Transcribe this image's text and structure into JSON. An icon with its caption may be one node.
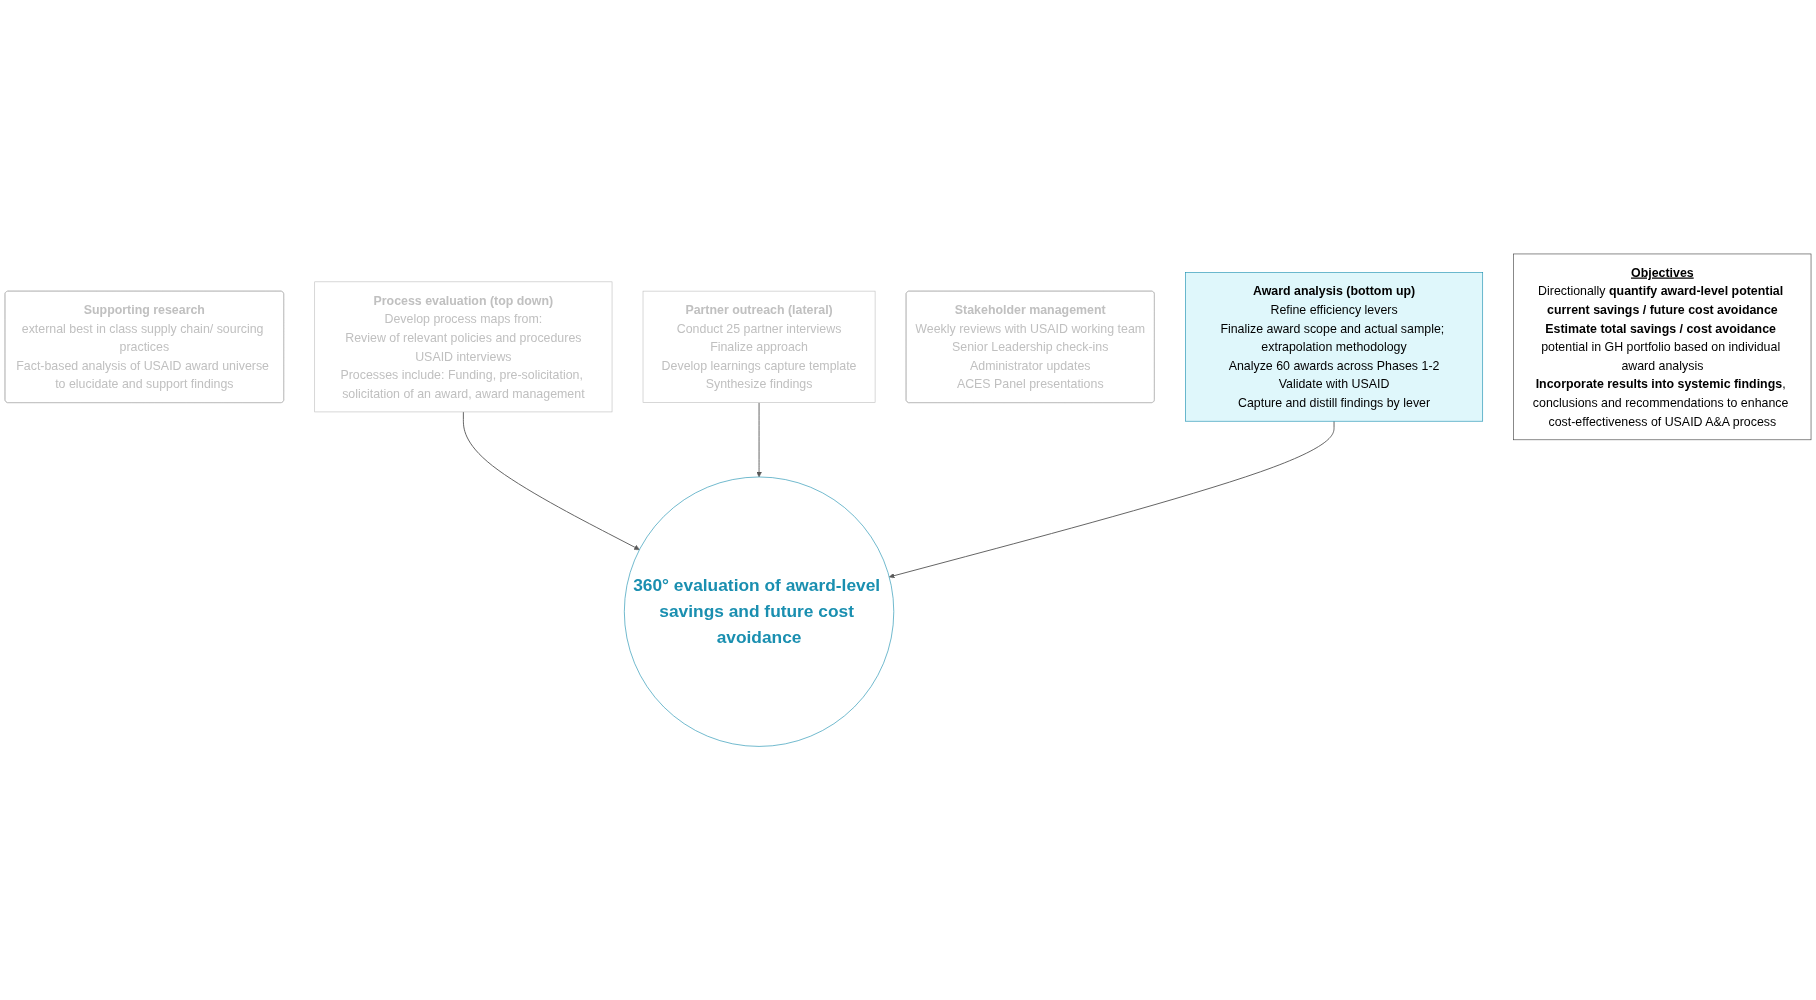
{
  "diagram": {
    "nodes": [
      {
        "text": [
          "Supporting research",
          "external best in class supply chain/ sourcing practices",
          "Fact-based analysis of USAID award universe to elucidate and support findings"
        ]
      },
      {
        "text": [
          "Process evaluation (top down)",
          "Develop process maps from:",
          "Review of relevant policies and procedures",
          "USAID interviews",
          "Processes include: Funding, pre-solicitation, solicitation of an award, award management"
        ]
      },
      {
        "text": [
          "Partner outreach (lateral)",
          "Conduct 25 partner interviews",
          "Finalize approach",
          "Develop learnings capture template",
          "Synthesize findings"
        ]
      },
      {
        "text": [
          "360° evaluation of award-level savings and future cost avoidance"
        ]
      },
      {
        "text": [
          "Stakeholder management",
          "Weekly reviews with USAID working team",
          "Senior Leadership check-ins",
          "Administrator updates",
          "ACES Panel presentations"
        ]
      },
      {
        "text": [
          "Award analysis (bottom up)",
          "Refine efficiency levers",
          "Finalize award scope and actual sample; extrapolation methodology",
          "Analyze 60 awards across Phases 1-2",
          "Validate with USAID",
          "Capture and distill findings by lever"
        ]
      },
      {
        "text": [
          "Objectives",
          "Directionally **quantify award-level potential current savings / future cost avoidance**",
          "**Estimate total savings / cost avoidance** potential in GH portfolio based on individual award analysis",
          "**Incorporate results into systemic findings**, conclusions and recommendations to enhance cost-effectiveness of USAID A&A process"
        ]
      }
    ],
    "edges": [
      {
        "from": 1,
        "to": 3,
        "arrow": "to"
      },
      {
        "from": 2,
        "to": 3,
        "arrow": "to"
      },
      {
        "from": 5,
        "to": 3,
        "arrow": "to"
      }
    ]
  }
}
